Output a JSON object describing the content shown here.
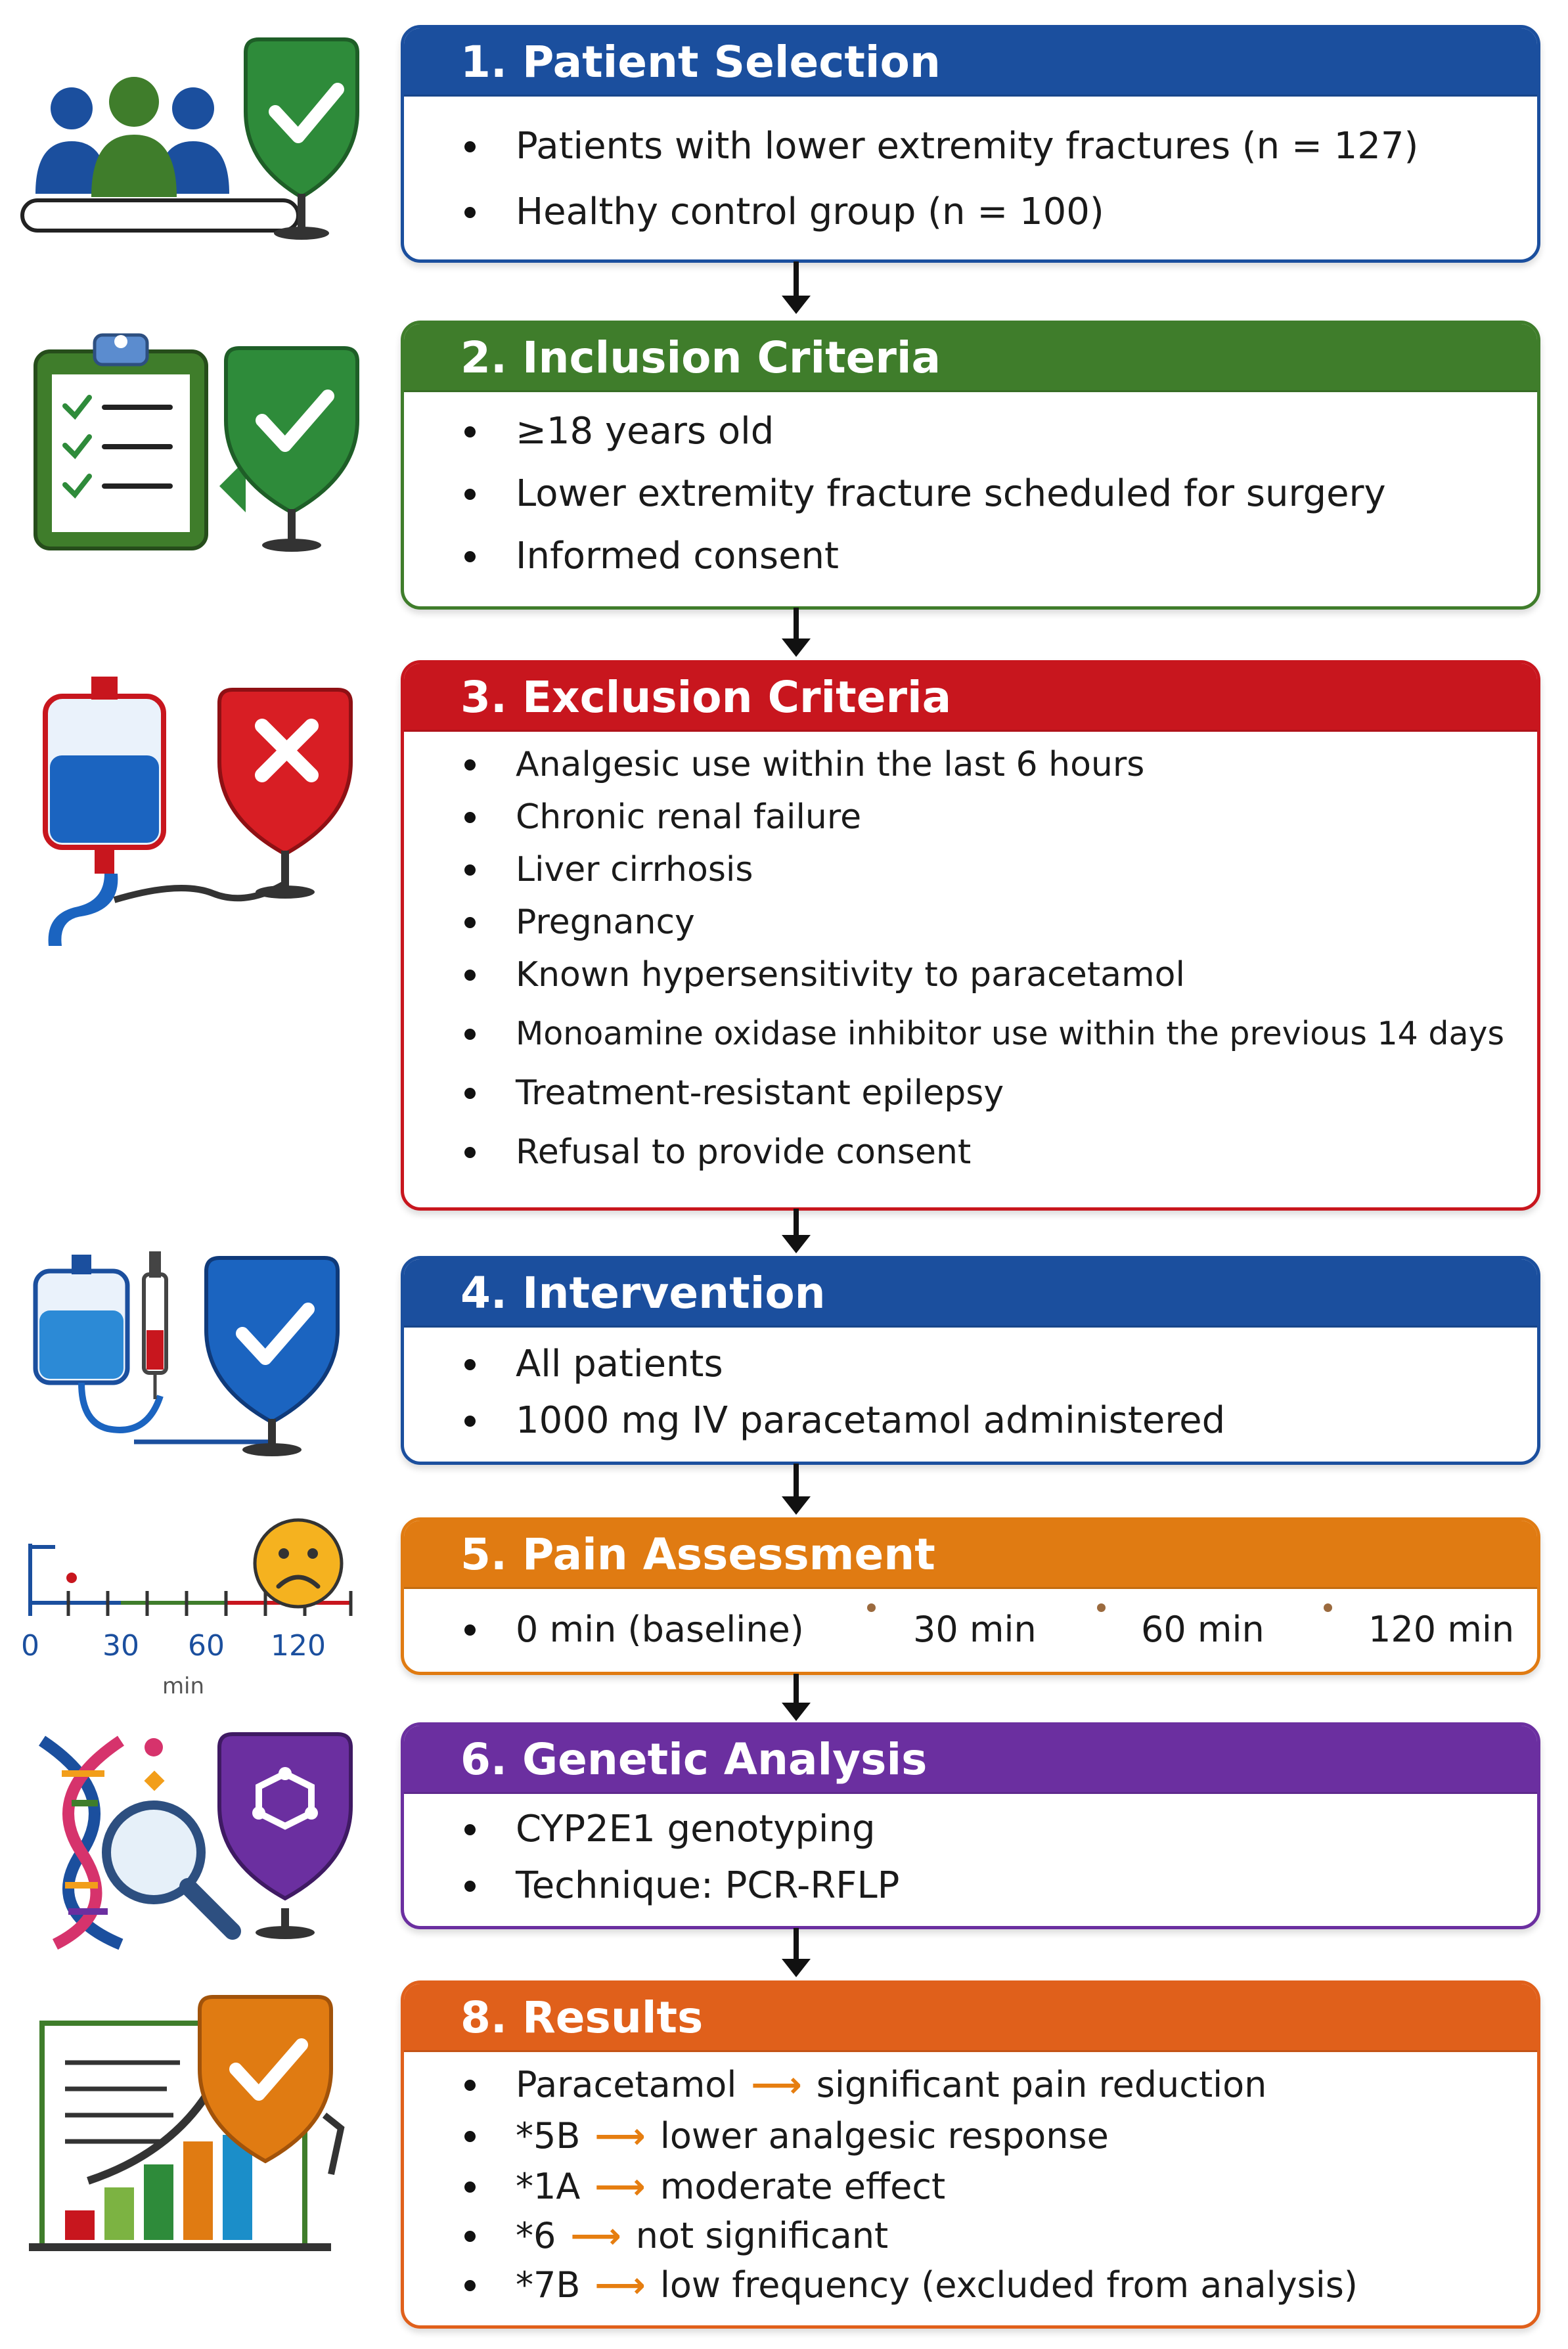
{
  "colors": {
    "blue": "#1b4f9e",
    "green": "#3f7d2b",
    "red": "#c8161e",
    "orange": "#e07b12",
    "purple": "#6b2fa0",
    "deep_orange": "#e0601b"
  },
  "sections": [
    {
      "title": "1. Patient Selection",
      "color": "#1b4f9e",
      "icon": "patient-group-shield-check-icon",
      "items": [
        "Patients with lower extremity fractures (n = 127)",
        "Healthy control group (n = 100)"
      ]
    },
    {
      "title": "2. Inclusion Criteria",
      "color": "#3f7d2b",
      "icon": "clipboard-checklist-shield-check-icon",
      "items": [
        "≥18 years old",
        "Lower extremity fracture scheduled for surgery",
        "Informed consent"
      ]
    },
    {
      "title": "3. Exclusion Criteria",
      "color": "#c8161e",
      "icon": "iv-bag-shield-x-icon",
      "items": [
        "Analgesic use within the last 6 hours",
        "Chronic renal failure",
        "Liver cirrhosis",
        "Pregnancy",
        "Known hypersensitivity to paracetamol",
        "Monoamine oxidase inhibitor use within the previous 14 days",
        "Treatment-resistant epilepsy",
        "Refusal to provide consent"
      ]
    },
    {
      "title": "4. Intervention",
      "color": "#1b4f9e",
      "icon": "iv-syringe-shield-check-icon",
      "items": [
        "All patients",
        "1000 mg IV paracetamol administered"
      ]
    },
    {
      "title": "5. Pain Assessment",
      "color": "#e07b12",
      "icon": "timeline-pain-face-icon",
      "timepoints": [
        "0 min (baseline)",
        "30 min",
        "60 min",
        "120 min"
      ],
      "timeline_ticks": [
        "0",
        "30",
        "60",
        "120"
      ],
      "timeline_unit": "min"
    },
    {
      "title": "6. Genetic Analysis",
      "color": "#6b2fa0",
      "icon": "dna-magnifier-shield-icon",
      "items": [
        "CYP2E1 genotyping",
        "Technique: PCR-RFLP"
      ]
    },
    {
      "title": "8. Results",
      "color": "#e0601b",
      "icon": "bar-chart-shield-check-icon",
      "results": [
        {
          "left": "Paracetamol",
          "right": "significant pain reduction"
        },
        {
          "left": "*5B",
          "right": "lower analgesic response"
        },
        {
          "left": "*1A",
          "right": "moderate effect"
        },
        {
          "left": "*6",
          "right": "not significant"
        },
        {
          "left": "*7B",
          "right": "low frequency (excluded from analysis)"
        }
      ]
    }
  ]
}
